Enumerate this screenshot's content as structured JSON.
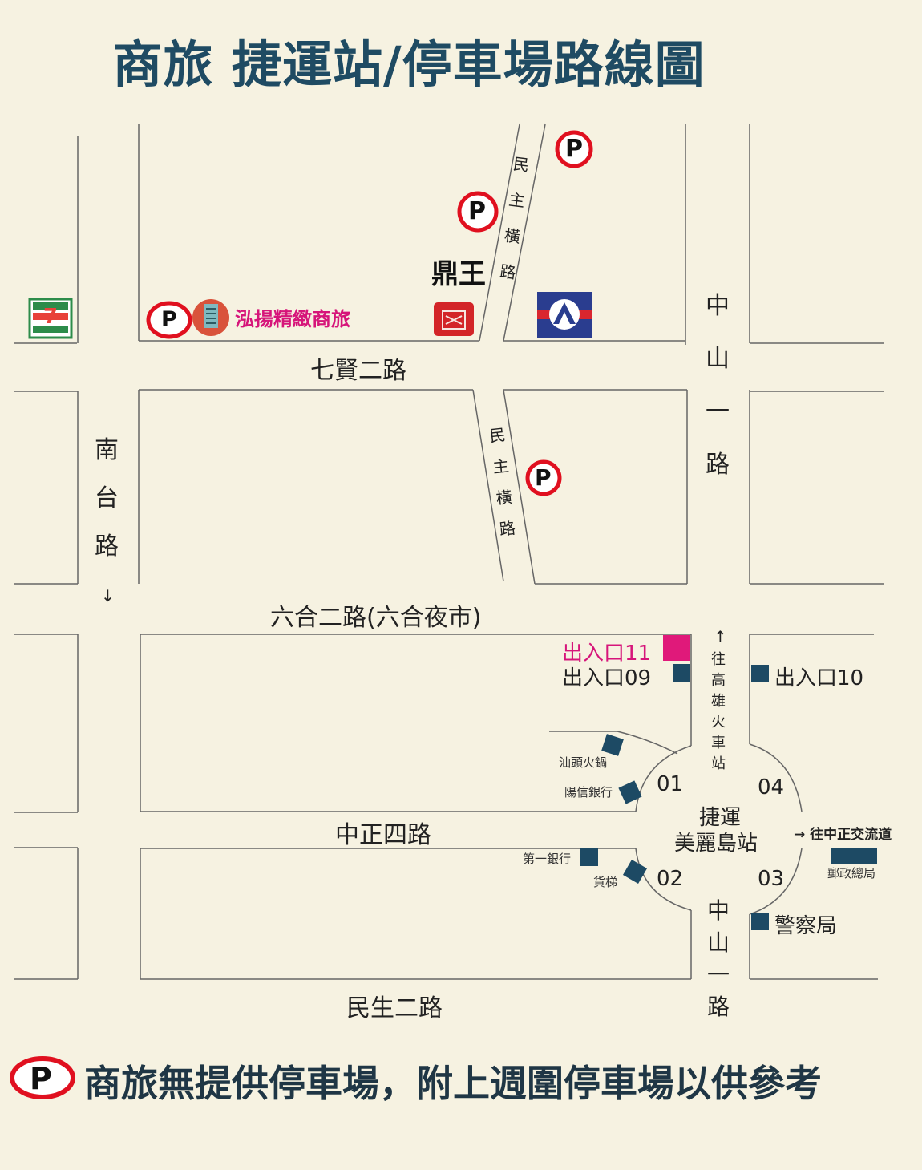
{
  "title": "商旅 捷運站/停車場路線圖",
  "roads": {
    "qixian": "七賢二路",
    "liuhe": "六合二路(六合夜市)",
    "zhongzheng": "中正四路",
    "minsheng": "民生二路",
    "nantai": "南台路",
    "zhongshan": "中山一路",
    "minzhu": "民主橫路"
  },
  "hotel": {
    "name": "泓揚精緻商旅"
  },
  "shop": {
    "name": "鼎王"
  },
  "station": {
    "line1": "捷運",
    "line2": "美麗島站"
  },
  "exits": {
    "exit01": "01",
    "exit02": "02",
    "exit03": "03",
    "exit04": "04",
    "exit09": "出入口09",
    "exit10": "出入口10",
    "exit11": "出入口11"
  },
  "landmarks": {
    "shantou": "汕頭火鍋",
    "yangxin": "陽信銀行",
    "firstbank": "第一銀行",
    "elevator": "貨梯",
    "post": "郵政總局",
    "police": "警察局"
  },
  "directions": {
    "north_arrow": "↑",
    "north_text": "往高雄火車站",
    "east": "→ 往中正交流道",
    "south_arrow": "↓"
  },
  "parking_symbol": "P",
  "footer": "商旅無提供停車場，附上週圍停車場以供參考",
  "colors": {
    "title": "#1f4b63",
    "hotel": "#d6157a",
    "parking_ring": "#e0101f",
    "exit": "#1d4a64",
    "metro": "#2a3d8f"
  }
}
